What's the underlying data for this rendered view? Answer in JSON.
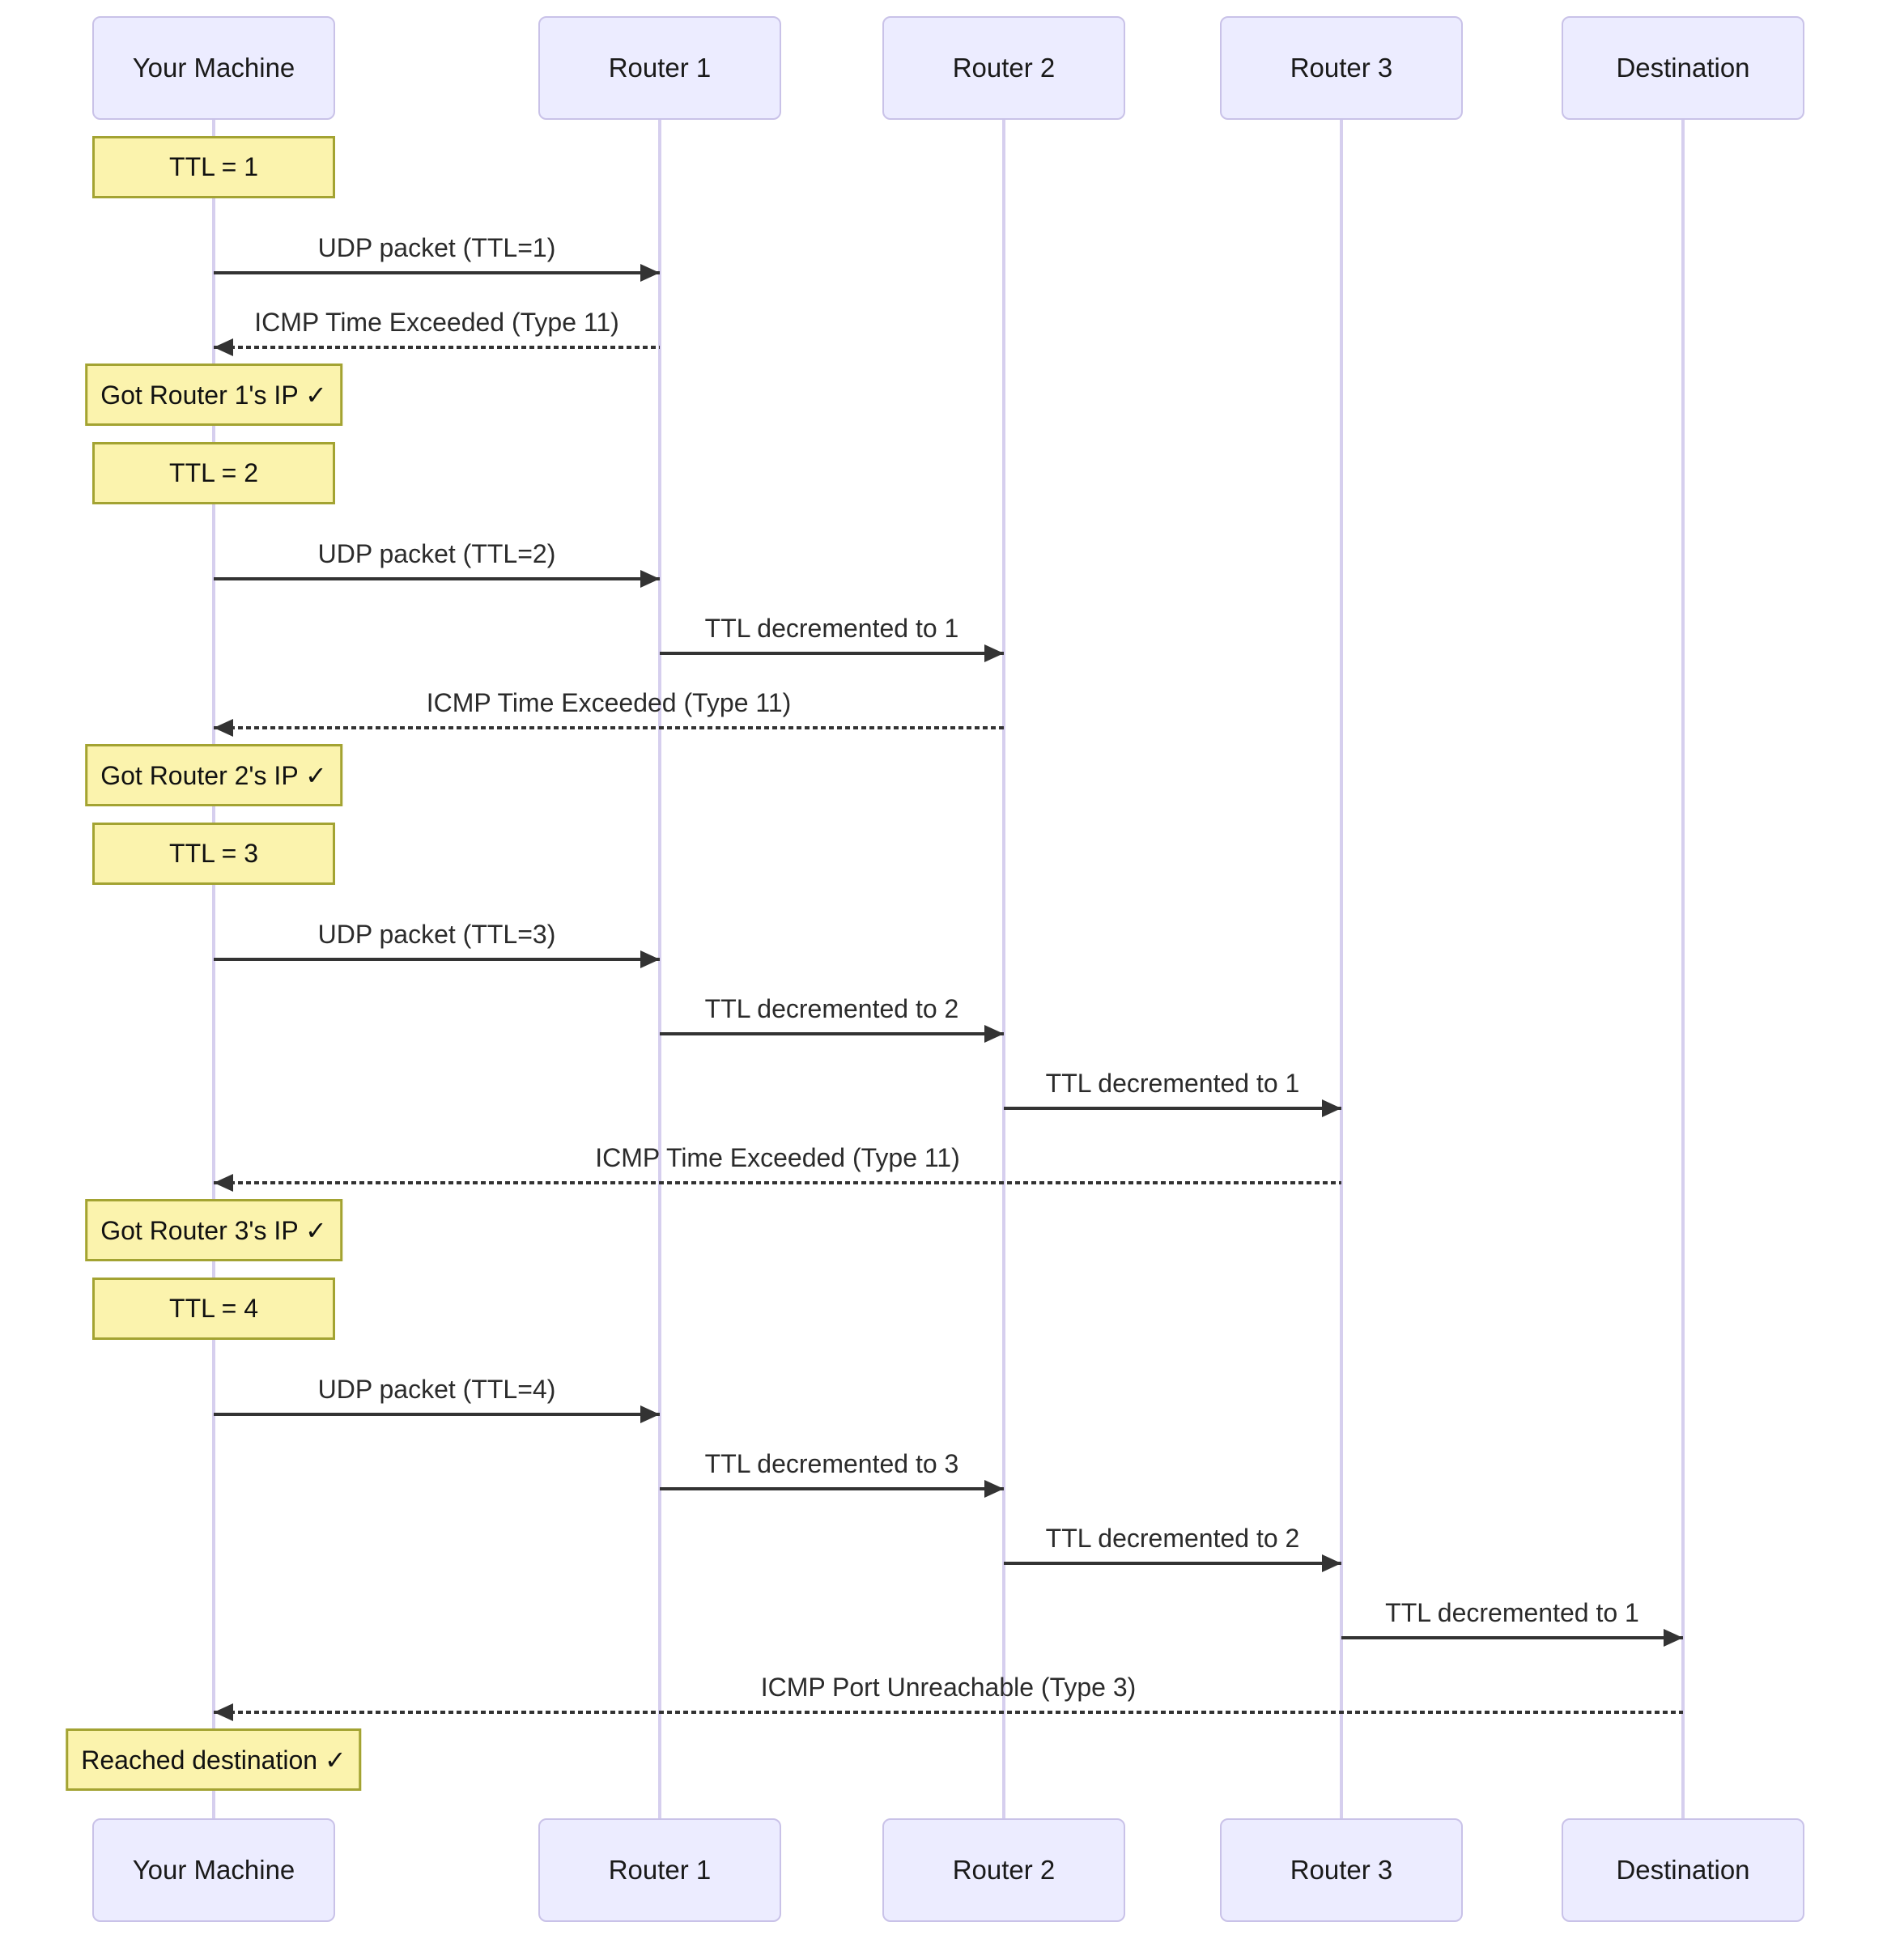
{
  "diagram": {
    "kind": "sequence-diagram",
    "topic": "traceroute TTL discovery",
    "colors": {
      "actor_fill": "#ECECFF",
      "actor_border": "#C9C2E8",
      "note_fill": "#FBF3AD",
      "note_border": "#A3A332",
      "lifeline": "#D6CFEE",
      "line": "#333333"
    },
    "participants": [
      {
        "id": "ym",
        "label": "Your Machine"
      },
      {
        "id": "r1",
        "label": "Router 1"
      },
      {
        "id": "r2",
        "label": "Router 2"
      },
      {
        "id": "r3",
        "label": "Router 3"
      },
      {
        "id": "dest",
        "label": "Destination"
      }
    ],
    "steps": [
      {
        "kind": "note",
        "actor": "ym",
        "label": "TTL = 1"
      },
      {
        "kind": "message",
        "from": "ym",
        "to": "r1",
        "style": "solid",
        "label": "UDP packet (TTL=1)"
      },
      {
        "kind": "message",
        "from": "r1",
        "to": "ym",
        "style": "dashed",
        "label": "ICMP Time Exceeded (Type 11)"
      },
      {
        "kind": "note",
        "actor": "ym",
        "label": "Got Router 1's IP ✓"
      },
      {
        "kind": "note",
        "actor": "ym",
        "label": "TTL = 2"
      },
      {
        "kind": "message",
        "from": "ym",
        "to": "r1",
        "style": "solid",
        "label": "UDP packet (TTL=2)"
      },
      {
        "kind": "message",
        "from": "r1",
        "to": "r2",
        "style": "solid",
        "label": "TTL decremented to 1"
      },
      {
        "kind": "message",
        "from": "r2",
        "to": "ym",
        "style": "dashed",
        "label": "ICMP Time Exceeded (Type 11)"
      },
      {
        "kind": "note",
        "actor": "ym",
        "label": "Got Router 2's IP ✓"
      },
      {
        "kind": "note",
        "actor": "ym",
        "label": "TTL = 3"
      },
      {
        "kind": "message",
        "from": "ym",
        "to": "r1",
        "style": "solid",
        "label": "UDP packet (TTL=3)"
      },
      {
        "kind": "message",
        "from": "r1",
        "to": "r2",
        "style": "solid",
        "label": "TTL decremented to 2"
      },
      {
        "kind": "message",
        "from": "r2",
        "to": "r3",
        "style": "solid",
        "label": "TTL decremented to 1"
      },
      {
        "kind": "message",
        "from": "r3",
        "to": "ym",
        "style": "dashed",
        "label": "ICMP Time Exceeded (Type 11)"
      },
      {
        "kind": "note",
        "actor": "ym",
        "label": "Got Router 3's IP ✓"
      },
      {
        "kind": "note",
        "actor": "ym",
        "label": "TTL = 4"
      },
      {
        "kind": "message",
        "from": "ym",
        "to": "r1",
        "style": "solid",
        "label": "UDP packet (TTL=4)"
      },
      {
        "kind": "message",
        "from": "r1",
        "to": "r2",
        "style": "solid",
        "label": "TTL decremented to 3"
      },
      {
        "kind": "message",
        "from": "r2",
        "to": "r3",
        "style": "solid",
        "label": "TTL decremented to 2"
      },
      {
        "kind": "message",
        "from": "r3",
        "to": "dest",
        "style": "solid",
        "label": "TTL decremented to 1"
      },
      {
        "kind": "message",
        "from": "dest",
        "to": "ym",
        "style": "dashed",
        "label": "ICMP Port Unreachable (Type 3)"
      },
      {
        "kind": "note",
        "actor": "ym",
        "label": "Reached destination ✓"
      }
    ]
  }
}
